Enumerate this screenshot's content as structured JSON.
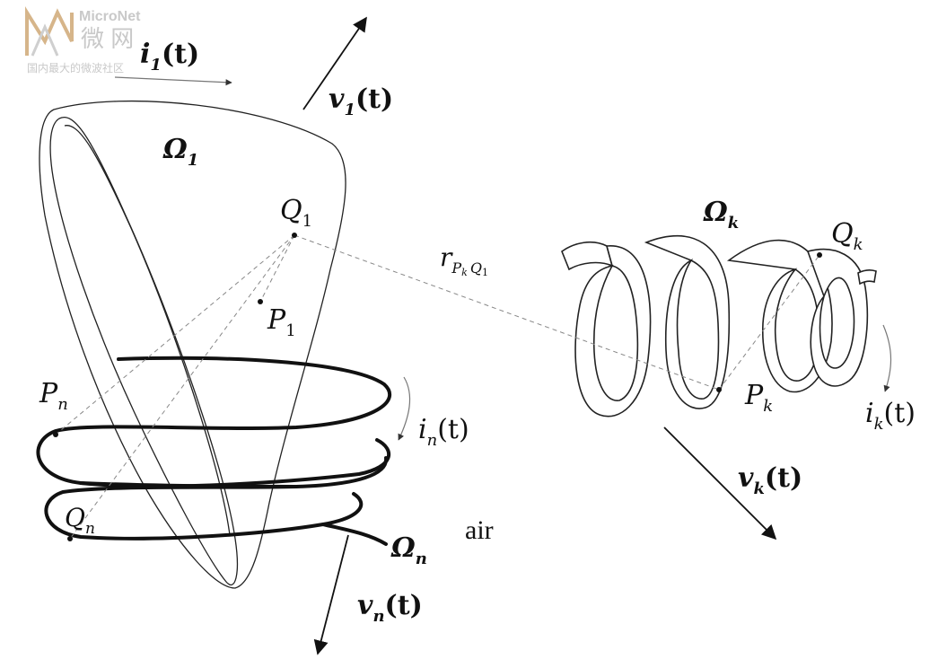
{
  "watermark": {
    "brand": "MicroNet",
    "chinese": "微 网",
    "tagline": "国内最大的微波社区"
  },
  "labels": {
    "current_1": {
      "sym": "i",
      "sub": "1",
      "arg": "(t)"
    },
    "velocity_1": {
      "sym": "v",
      "sub": "1",
      "arg": "(t)"
    },
    "region_1": {
      "sym": "Ω",
      "sub": "1"
    },
    "point_Q1": {
      "sym": "Q",
      "sub": "1"
    },
    "point_P1": {
      "sym": "P",
      "sub": "1"
    },
    "point_Pn": {
      "sym": "P",
      "sub": "n"
    },
    "point_Qn": {
      "sym": "Q",
      "sub": "n"
    },
    "current_n": {
      "sym": "i",
      "sub": "n",
      "arg": "(t)"
    },
    "region_n": {
      "sym": "Ω",
      "sub": "n"
    },
    "velocity_n": {
      "sym": "v",
      "sub": "n",
      "arg": "(t)"
    },
    "air": "air",
    "distance": {
      "sym": "r",
      "sub": "P",
      "subsub": "k",
      "sub2": "Q",
      "sub2sub": "1"
    },
    "region_k": {
      "sym": "Ω",
      "sub": "k"
    },
    "point_Qk": {
      "sym": "Q",
      "sub": "k"
    },
    "point_Pk": {
      "sym": "P",
      "sub": "k"
    },
    "current_k": {
      "sym": "i",
      "sub": "k",
      "arg": "(t)"
    },
    "velocity_k": {
      "sym": "v",
      "sub": "k",
      "arg": "(t)"
    }
  }
}
